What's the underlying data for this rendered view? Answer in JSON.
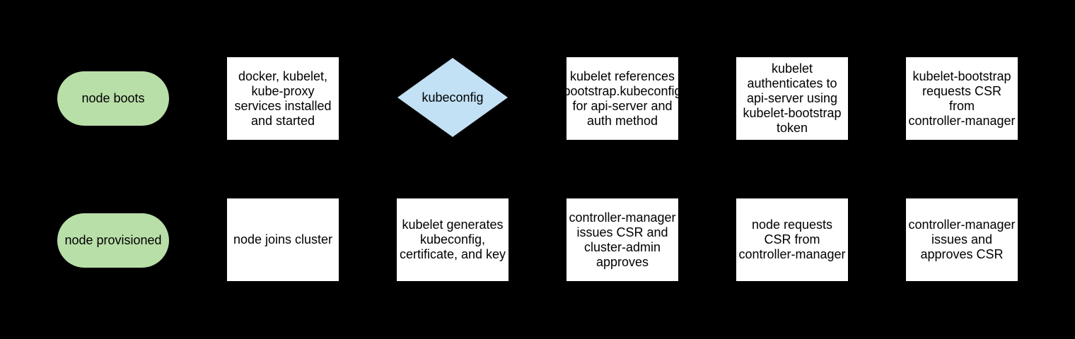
{
  "colors": {
    "background": "#000000",
    "terminator_fill": "#b9dfa8",
    "decision_fill": "#c3e1f5",
    "process_fill": "#ffffff",
    "text": "#000000"
  },
  "diagram": {
    "rows": [
      {
        "nodes": [
          {
            "type": "terminator",
            "label": "node boots"
          },
          {
            "type": "process",
            "label": "docker, kubelet,\nkube-proxy\nservices installed\nand started"
          },
          {
            "type": "decision",
            "label": "kubeconfig"
          },
          {
            "type": "process",
            "label": "kubelet references\nbootstrap.kubeconfig\nfor api-server and\nauth method"
          },
          {
            "type": "process",
            "label": "kubelet\nauthenticates to\napi-server using\nkubelet-bootstrap\ntoken"
          },
          {
            "type": "process",
            "label": "kubelet-bootstrap\nrequests CSR\nfrom\ncontroller-manager"
          }
        ]
      },
      {
        "nodes": [
          {
            "type": "terminator",
            "label": "node provisioned"
          },
          {
            "type": "process",
            "label": "node joins cluster"
          },
          {
            "type": "process",
            "label": "kubelet generates\nkubeconfig,\ncertificate, and key"
          },
          {
            "type": "process",
            "label": "controller-manager\nissues CSR and\ncluster-admin\napproves"
          },
          {
            "type": "process",
            "label": "node requests\nCSR from\ncontroller-manager"
          },
          {
            "type": "process",
            "label": "controller-manager\nissues and\napproves CSR"
          }
        ]
      }
    ]
  }
}
